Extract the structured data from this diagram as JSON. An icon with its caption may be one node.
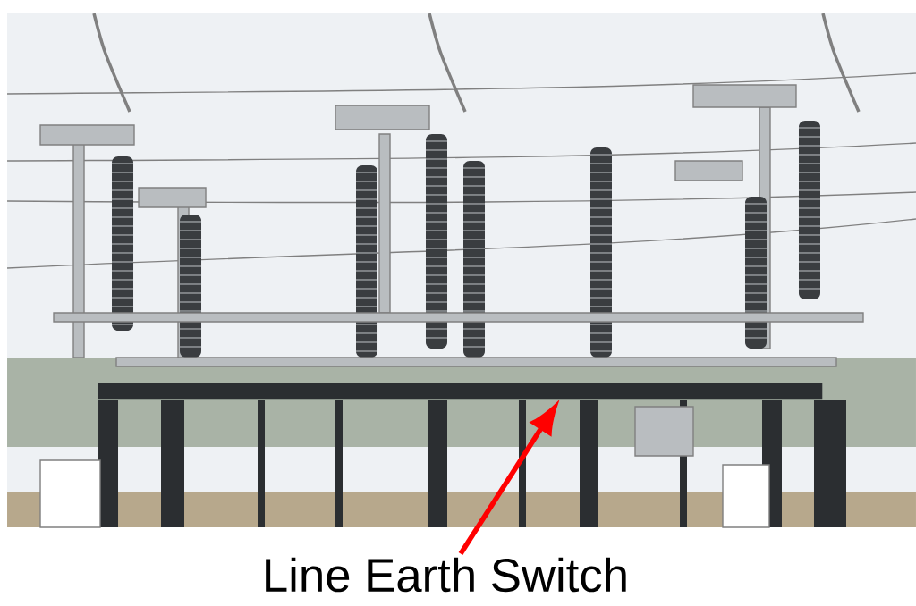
{
  "diagram": {
    "nodes": [
      {
        "text": [
          "Line Earth Switch"
        ]
      },
      {
        "text": [],
        "shape": "picture"
      },
      {
        "text": [],
        "shape": "bar",
        "in": 1
      }
    ],
    "edges": [
      {
        "from": 0,
        "to": 2,
        "arrow": "to",
        "color": "#ff0000"
      }
    ]
  }
}
